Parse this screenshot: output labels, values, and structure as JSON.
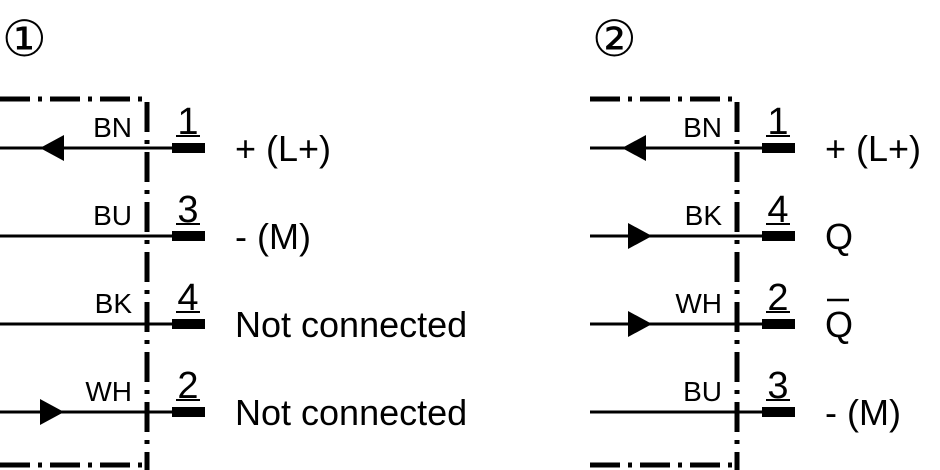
{
  "colors": {
    "ink": "#000000",
    "background": "#ffffff"
  },
  "diagrams": [
    {
      "number": "①",
      "wires": [
        {
          "color_code": "BN",
          "pin": "1",
          "label": "+ (L+)",
          "arrow": "left"
        },
        {
          "color_code": "BU",
          "pin": "3",
          "label": "- (M)",
          "arrow": "none"
        },
        {
          "color_code": "BK",
          "pin": "4",
          "label": "Not connected",
          "arrow": "none"
        },
        {
          "color_code": "WH",
          "pin": "2",
          "label": "Not connected",
          "arrow": "right"
        }
      ]
    },
    {
      "number": "②",
      "wires": [
        {
          "color_code": "BN",
          "pin": "1",
          "label": "+ (L+)",
          "arrow": "left"
        },
        {
          "color_code": "BK",
          "pin": "4",
          "label": "Q",
          "arrow": "right"
        },
        {
          "color_code": "WH",
          "pin": "2",
          "label": "Q",
          "overline": true,
          "arrow": "right"
        },
        {
          "color_code": "BU",
          "pin": "3",
          "label": "- (M)",
          "arrow": "none"
        }
      ]
    }
  ]
}
